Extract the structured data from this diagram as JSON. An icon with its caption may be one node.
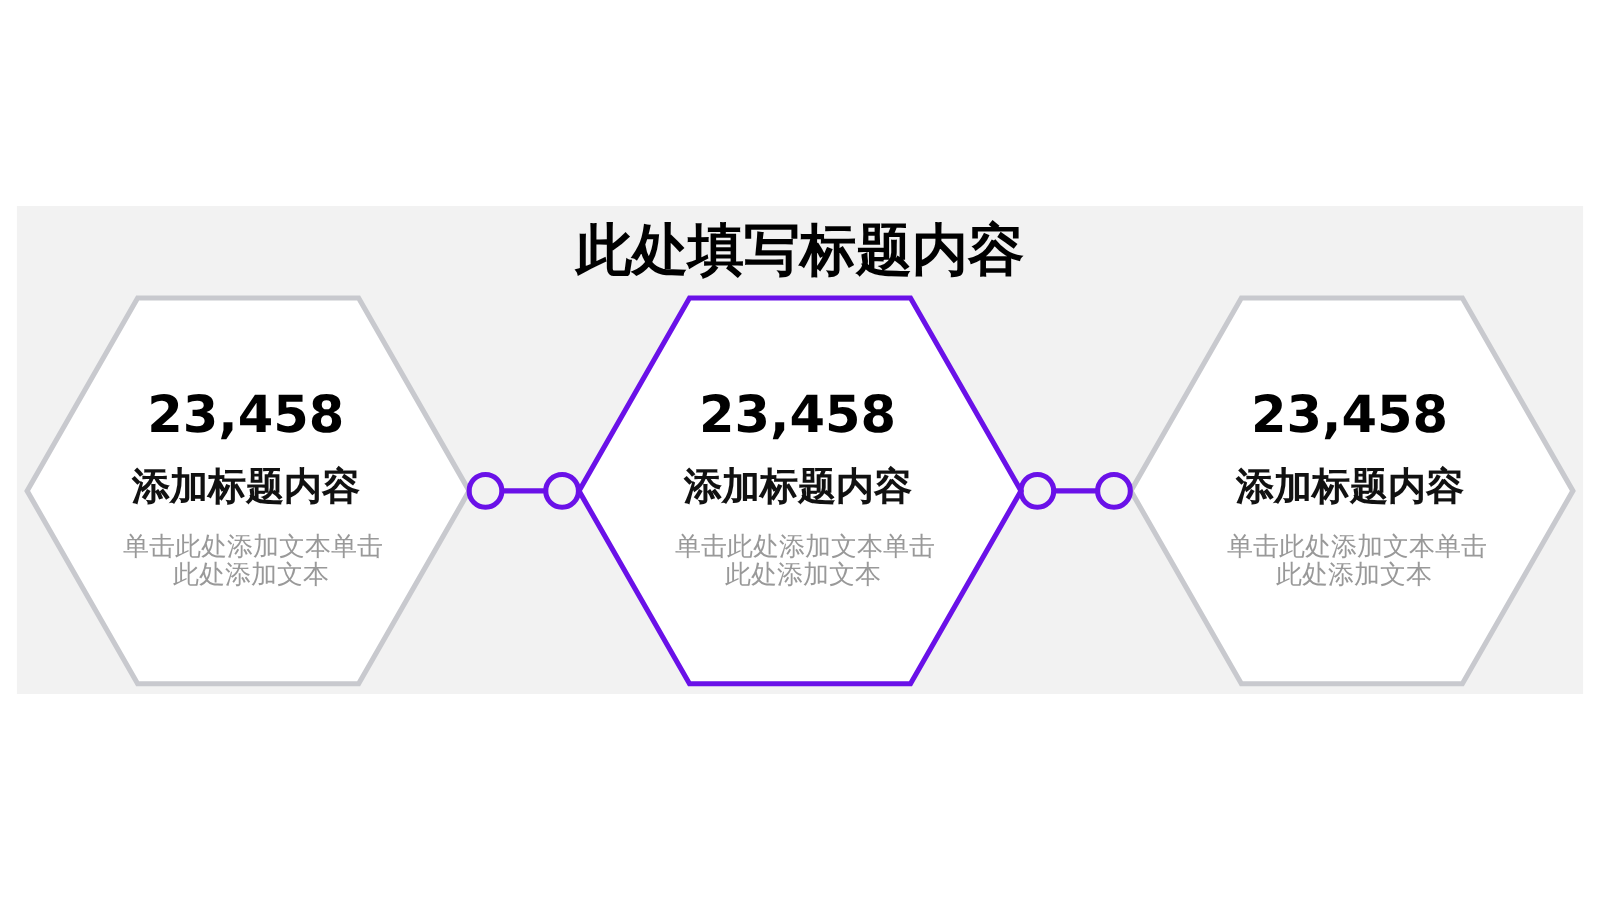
{
  "diagram": {
    "title": "此处填写标题内容",
    "nodes": [
      {
        "text": [
          "23,458",
          "添加标题内容",
          "单击此处添加文本单击此处添加文本"
        ]
      },
      {
        "text": [
          "23,458",
          "添加标题内容",
          "单击此处添加文本单击此处添加文本"
        ]
      },
      {
        "text": [
          "23,458",
          "添加标题内容",
          "单击此处添加文本单击此处添加文本"
        ]
      }
    ],
    "edges": [
      {
        "from": 0,
        "to": 1,
        "arrow": "other"
      },
      {
        "from": 1,
        "to": 2,
        "arrow": "other"
      }
    ]
  }
}
